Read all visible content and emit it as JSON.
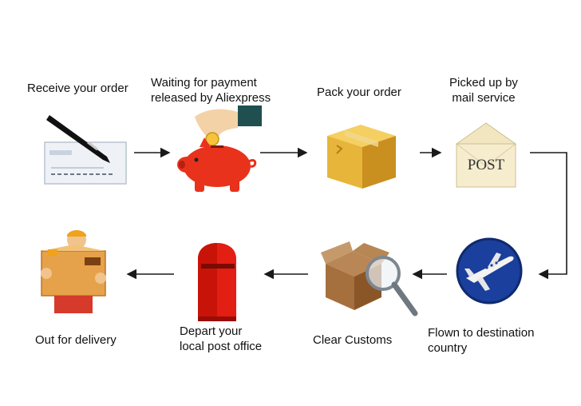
{
  "steps": {
    "receive": {
      "label": "Receive your order",
      "icon": "signing-pen-icon"
    },
    "waiting": {
      "label": "Waiting for payment\nreleased by Aliexpress",
      "icon": "piggy-bank-icon"
    },
    "pack": {
      "label": "Pack your order",
      "icon": "parcel-box-icon"
    },
    "picked": {
      "label": "Picked up by\nmail service",
      "icon": "post-envelope-icon",
      "stamp_text": "POST"
    },
    "flown": {
      "label": "Flown to destination\ncountry",
      "icon": "airplane-icon"
    },
    "customs": {
      "label": "Clear Customs",
      "icon": "magnifier-box-icon"
    },
    "depart": {
      "label": "Depart your\nlocal post office",
      "icon": "mailbox-icon"
    },
    "delivery": {
      "label": "Out for delivery",
      "icon": "courier-icon"
    }
  },
  "colors": {
    "arrow": "#1a1a1a",
    "piggy": "#e8321c",
    "box": "#e7b53a",
    "mailbox": "#e31e12",
    "plane_bg": "#1a3f9c"
  }
}
